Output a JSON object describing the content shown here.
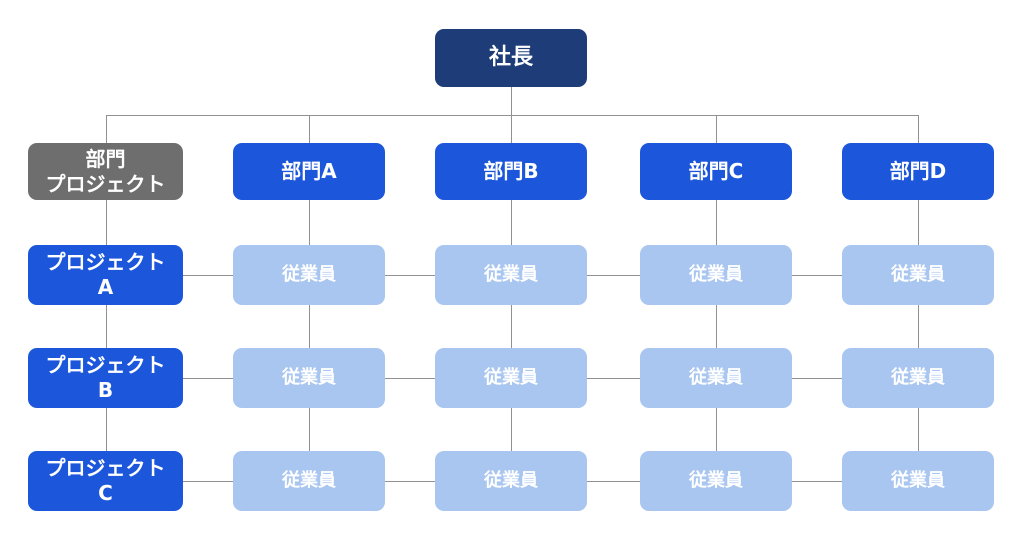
{
  "diagram": {
    "type": "matrix-organization-chart",
    "colors": {
      "president_bg": "#1e3d78",
      "department_bg": "#1c57db",
      "project_bg": "#1c57db",
      "matrix_header_bg": "#6e6e6e",
      "employee_bg": "#a9c6f0",
      "connector_line": "#919191",
      "box_text": "#ffffff",
      "background": "#ffffff"
    },
    "president": {
      "label": "社長"
    },
    "matrix_header": {
      "line1": "部門",
      "line2": "プロジェクト"
    },
    "departments": [
      {
        "label": "部門A"
      },
      {
        "label": "部門B"
      },
      {
        "label": "部門C"
      },
      {
        "label": "部門D"
      }
    ],
    "projects": [
      {
        "line1": "プロジェクト",
        "line2": "A"
      },
      {
        "line1": "プロジェクト",
        "line2": "B"
      },
      {
        "line1": "プロジェクト",
        "line2": "C"
      }
    ],
    "employee_label": "従業員"
  }
}
